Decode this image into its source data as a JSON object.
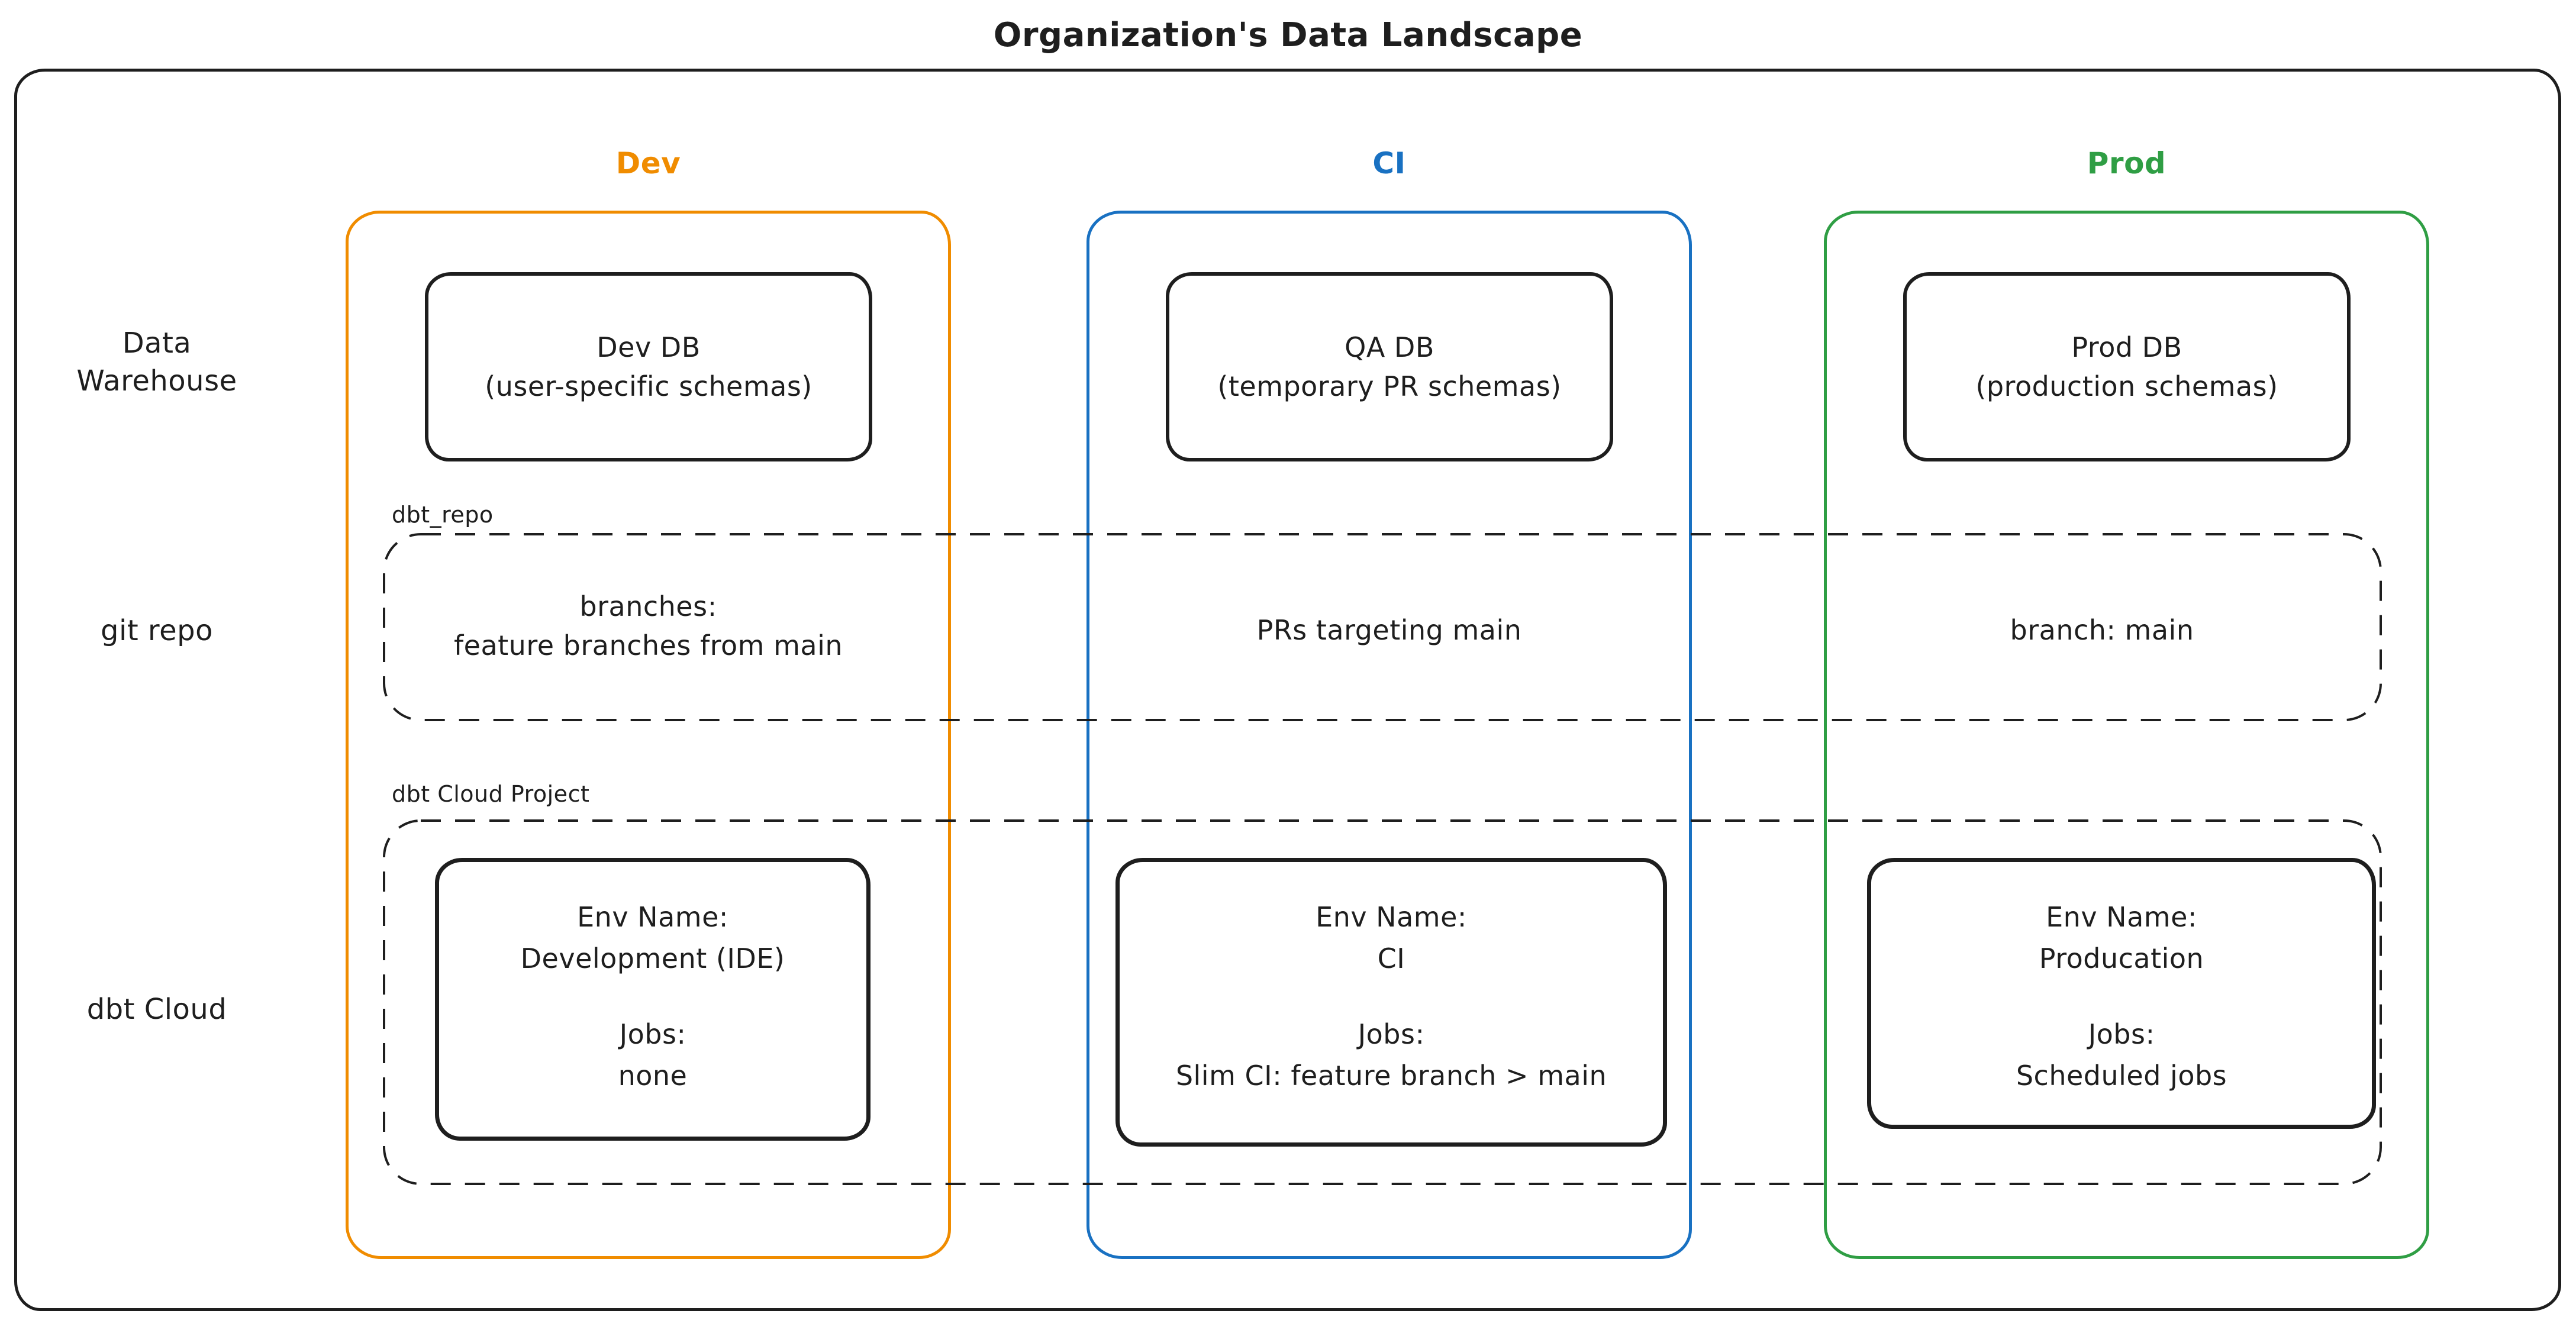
{
  "title": "Organization's Data Landscape",
  "colors": {
    "ink": "#1e1e1e",
    "dev": "#f08c00",
    "ci": "#1971c2",
    "prod": "#2f9e44"
  },
  "columns": {
    "dev": {
      "label": "Dev"
    },
    "ci": {
      "label": "CI"
    },
    "prod": {
      "label": "Prod"
    }
  },
  "row_labels": {
    "warehouse_line1": "Data",
    "warehouse_line2": "Warehouse",
    "git": "git repo",
    "dbt": "dbt Cloud"
  },
  "warehouse": {
    "dev": {
      "name": "Dev DB",
      "schemas": "(user-specific schemas)"
    },
    "ci": {
      "name": "QA DB",
      "schemas": "(temporary PR schemas)"
    },
    "prod": {
      "name": "Prod DB",
      "schemas": "(production schemas)"
    }
  },
  "git_repo": {
    "group_label": "dbt_repo",
    "dev_line1": "branches:",
    "dev_line2": "feature branches from main",
    "ci": "PRs targeting main",
    "prod": "branch: main"
  },
  "dbt_cloud": {
    "group_label": "dbt Cloud Project",
    "dev": {
      "env_title": "Env Name:",
      "env_value": "Development (IDE)",
      "jobs_title": "Jobs:",
      "jobs_value": "none"
    },
    "ci": {
      "env_title": "Env Name:",
      "env_value": "CI",
      "jobs_title": "Jobs:",
      "jobs_value": "Slim CI: feature branch > main"
    },
    "prod": {
      "env_title": "Env Name:",
      "env_value": "Producation",
      "jobs_title": "Jobs:",
      "jobs_value": "Scheduled jobs"
    }
  }
}
